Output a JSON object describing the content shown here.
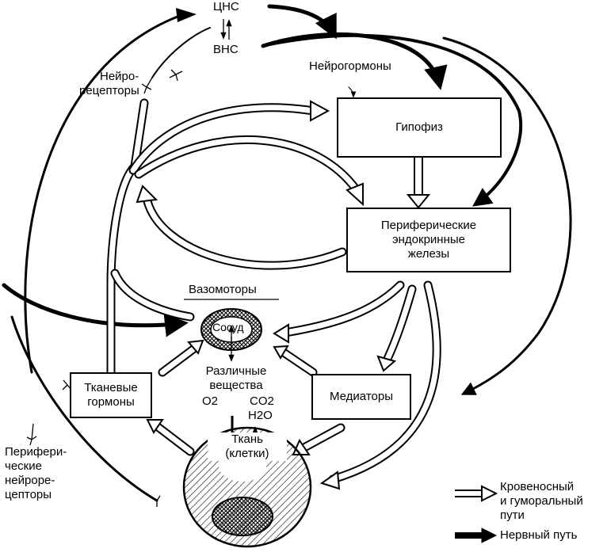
{
  "labels": {
    "cns": "ЦНС",
    "ans": "ВНС",
    "neurohormones": "Нейрогормоны",
    "neuroreceptors_1": "Нейро-",
    "neuroreceptors_2": "рецепторы",
    "vasomotors": "Вазомоторы",
    "vessel": "Сосуд",
    "substances_1": "Различные",
    "substances_2": "вещества",
    "o2": "O2",
    "co2": "CO2",
    "h2o": "H2O",
    "tissue_1": "Ткань",
    "tissue_2": "(клетки)",
    "peripheral_neuroreceptors": [
      "Перифери-",
      "ческие",
      "нейроре-",
      "цепторы"
    ]
  },
  "boxes": {
    "pituitary": "Гипофиз",
    "peripheral_glands": "Периферические\nэндокринные\nжелезы",
    "tissue_hormones": "Тканевые\nгормоны",
    "mediators": "Медиаторы"
  },
  "legend": {
    "humoral_1": "Кровеносный",
    "humoral_2": "и гуморальный",
    "humoral_3": "пути",
    "nervous": "Нервный путь"
  },
  "colors": {
    "ink": "#000000",
    "paper": "#ffffff"
  }
}
